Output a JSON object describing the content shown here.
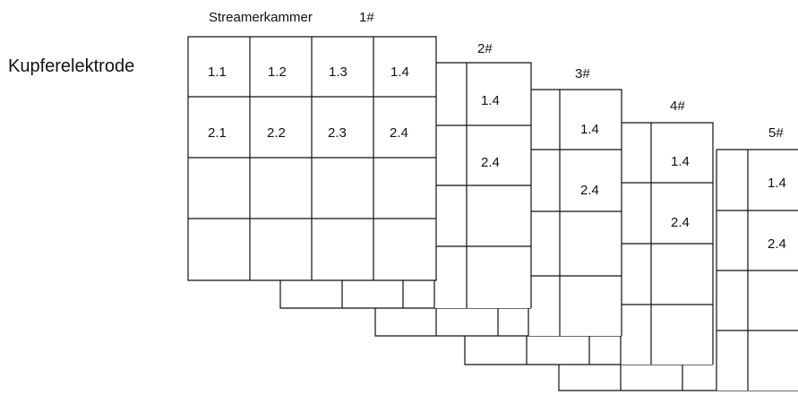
{
  "title": "Streamerkammer",
  "electrode_label": "Kupferelektrode",
  "chambers": [
    {
      "label": "1#",
      "cells": [
        [
          "1.1",
          "1.2",
          "1.3",
          "1.4"
        ],
        [
          "2.1",
          "2.2",
          "2.3",
          "2.4"
        ],
        [
          "",
          "",
          "",
          ""
        ],
        [
          "",
          "",
          "",
          ""
        ]
      ]
    },
    {
      "label": "2#",
      "cells": [
        [
          "1.4"
        ],
        [
          "2.4"
        ],
        [
          ""
        ],
        [
          ""
        ]
      ]
    },
    {
      "label": "3#",
      "cells": [
        [
          "1.4"
        ],
        [
          "2.4"
        ],
        [
          ""
        ],
        [
          ""
        ]
      ]
    },
    {
      "label": "4#",
      "cells": [
        [
          "1.4"
        ],
        [
          "2.4"
        ],
        [
          ""
        ],
        [
          ""
        ]
      ]
    },
    {
      "label": "5#",
      "cells": [
        [
          "1.4"
        ],
        [
          "2.4"
        ],
        [
          ""
        ],
        [
          ""
        ]
      ]
    }
  ]
}
